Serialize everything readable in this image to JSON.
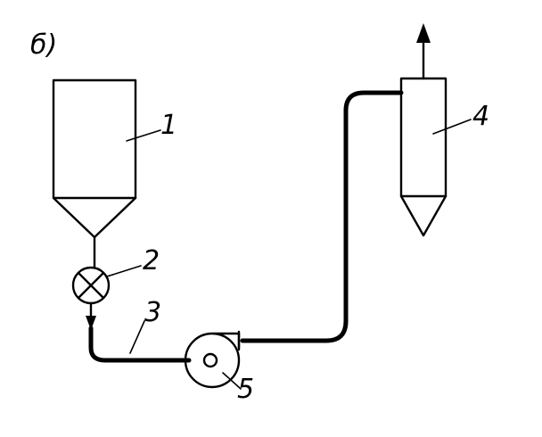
{
  "figure": {
    "panel_label": "б)",
    "components": [
      {
        "id": "1",
        "name": "hopper"
      },
      {
        "id": "2",
        "name": "rotary-feeder"
      },
      {
        "id": "3",
        "name": "conveying-pipe"
      },
      {
        "id": "4",
        "name": "cyclone-separator"
      },
      {
        "id": "5",
        "name": "blower"
      }
    ]
  }
}
